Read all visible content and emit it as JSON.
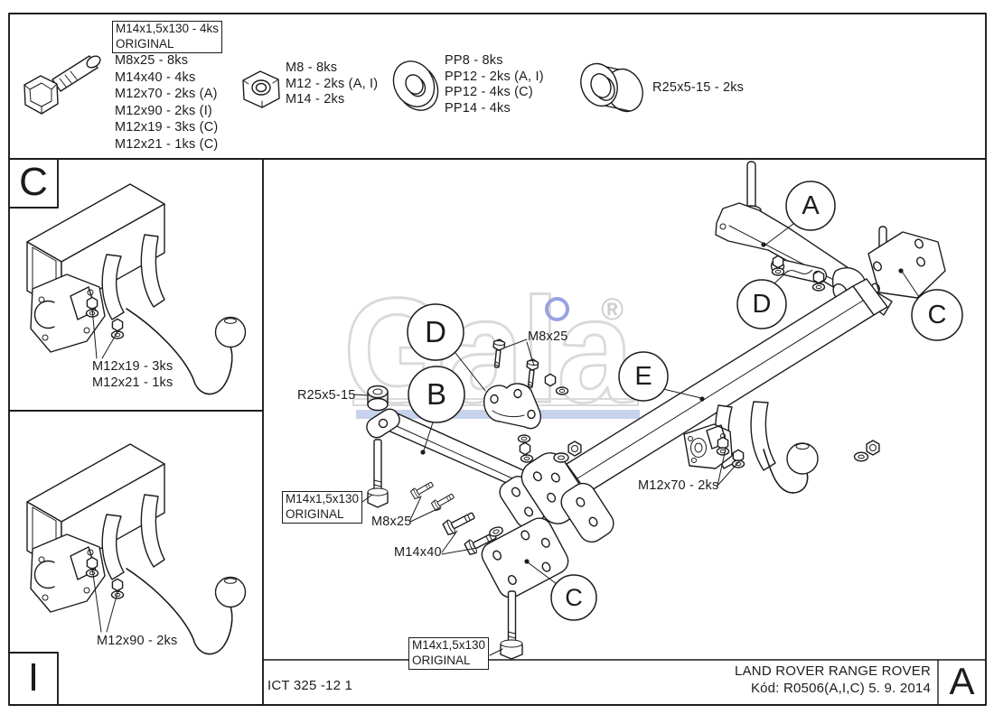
{
  "header": {
    "original_box": [
      "M14x1,5x130 - 4ks",
      "ORIGINAL"
    ],
    "bolts": [
      "M8x25 - 8ks",
      "M14x40 - 4ks",
      "M12x70 - 2ks (A)",
      "M12x90 - 2ks (I)",
      "M12x19 - 3ks (C)",
      "M12x21 - 1ks (C)"
    ],
    "nuts": [
      "M8 - 8ks",
      "M12 - 2ks (A, I)",
      "M14 - 2ks"
    ],
    "washers": [
      "PP8 - 8ks",
      "PP12 - 2ks (A, I)",
      "PP12 - 4ks (C)",
      "PP14 - 4ks"
    ],
    "spacer": "R25x5-15 - 2ks"
  },
  "panels": {
    "c": {
      "letter": "C",
      "parts": [
        "M12x19 - 3ks",
        "M12x21 - 1ks"
      ]
    },
    "i": {
      "letter": "I",
      "parts": [
        "M12x90 - 2ks"
      ]
    }
  },
  "diagram": {
    "callouts": {
      "a": "A",
      "b": "B",
      "c_top": "C",
      "c_bottom": "C",
      "d_top": "D",
      "d_mid": "D",
      "e": "E"
    },
    "labels": {
      "m8x25_top": "M8x25",
      "spacer": "R25x5-15",
      "m8x25_bottom": "M8x25",
      "m14x40": "M14x40",
      "m12x70": "M12x70 - 2ks",
      "original_box_left": [
        "M14x1,5x130",
        "ORIGINAL"
      ],
      "original_box_bottom": [
        "M14x1,5x130",
        "ORIGINAL"
      ]
    },
    "watermark": {
      "text": "Gala",
      "registered": "®"
    }
  },
  "title_block": {
    "drawing_no": "ICT 325 -12 1",
    "vehicle": "LAND ROVER RANGE ROVER",
    "code": "Kód: R0506(A,I,C)  5. 9. 2014",
    "revision": "A"
  },
  "colors": {
    "line": "#1c1c1c",
    "watermark_gray": "#dadada",
    "watermark_blue": "#99a2e3",
    "band_blue": "rgba(130,155,215,0.45)"
  }
}
